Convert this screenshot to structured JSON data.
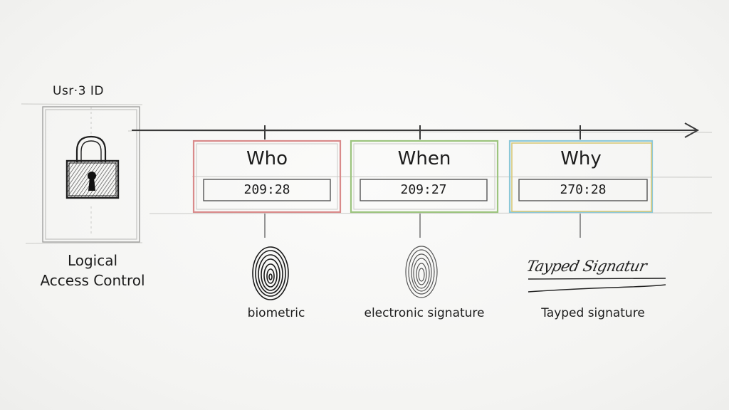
{
  "user_id_label": "Usr·3 ID",
  "access_control": {
    "line1": "Logical",
    "line2": "Access Control",
    "icon": "padlock-icon"
  },
  "columns": [
    {
      "title": "Who",
      "time": "209:28",
      "method": "biometric",
      "icon": "fingerprint-icon",
      "accent": "#d98a8a"
    },
    {
      "title": "When",
      "time": "209:27",
      "method": "electronic signature",
      "icon": "fingerprint-icon",
      "accent": "#9cc47e"
    },
    {
      "title": "Why",
      "time": "270:28",
      "method": "Tayped signature",
      "icon": "typed-signature",
      "accent": "#8cc8d8"
    }
  ],
  "typed_signature_script": "Tayped Signatur"
}
